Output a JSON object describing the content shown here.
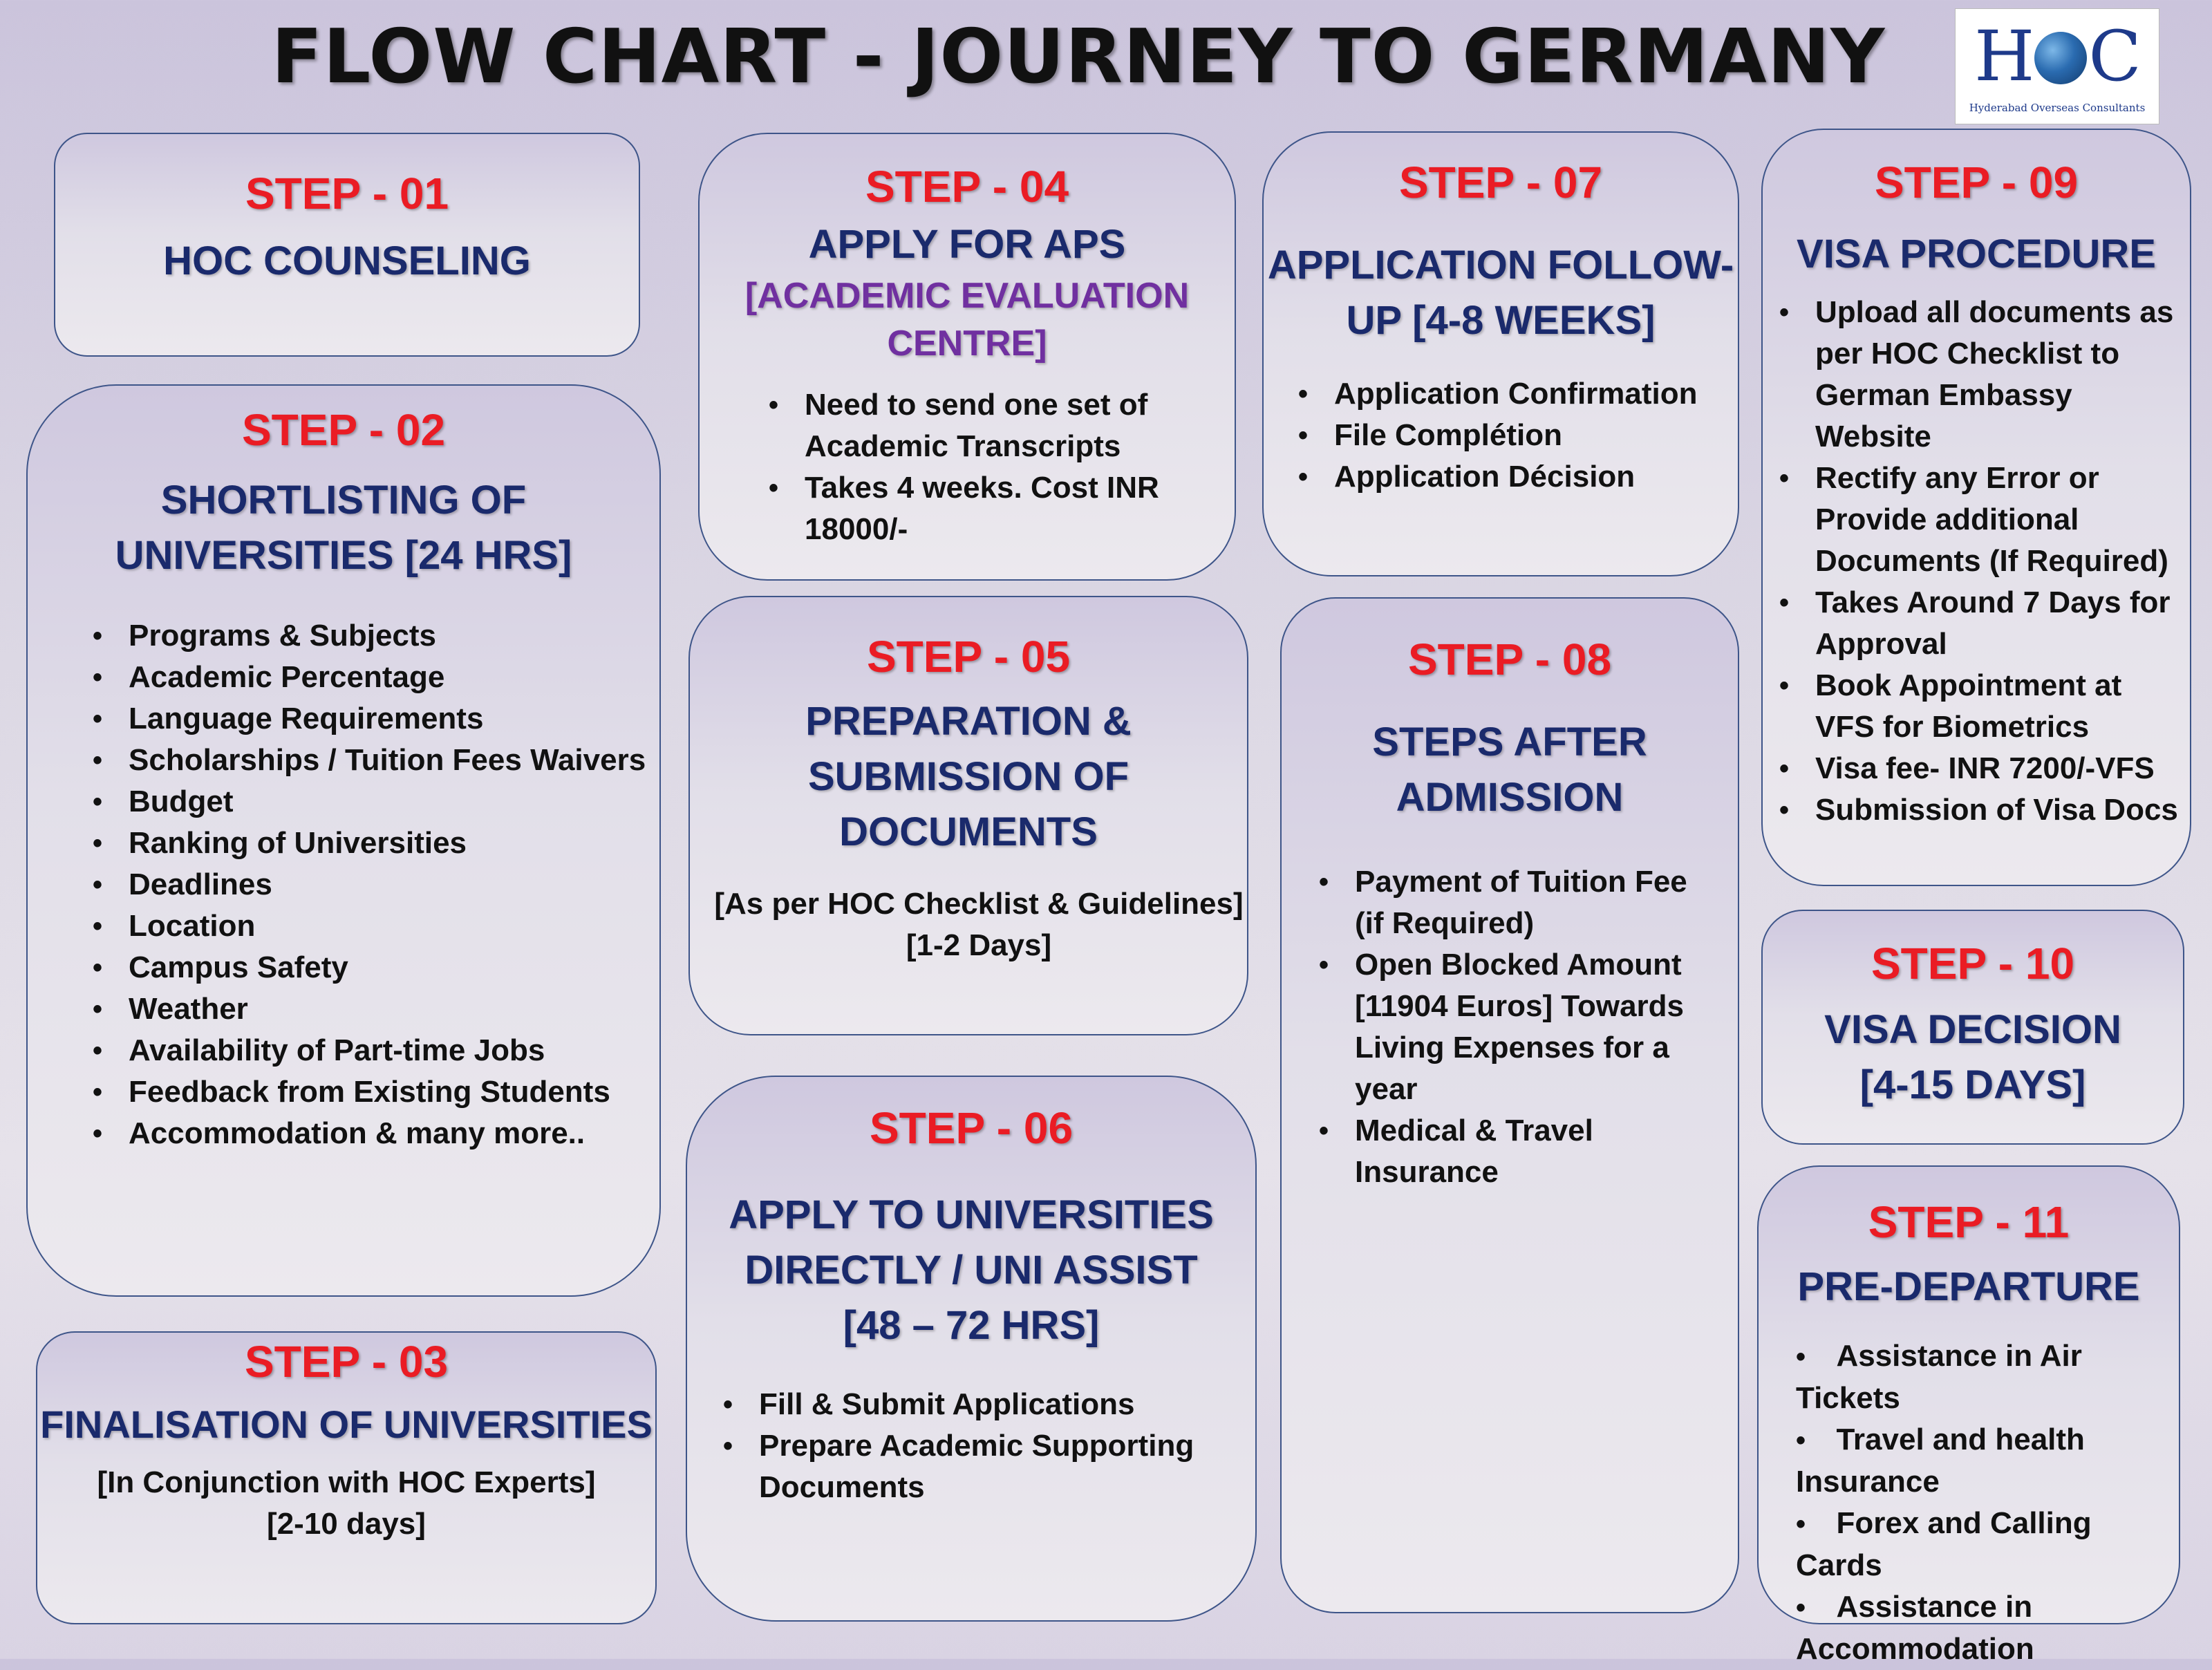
{
  "title": "FLOW CHART - JOURNEY TO GERMANY",
  "logo": {
    "mark_left": "H",
    "mark_right": "C",
    "subtitle": "Hyderabad Overseas Consultants"
  },
  "colors": {
    "step": "#ea1c24",
    "heading": "#1a2a6c",
    "subheading": "#7030a0",
    "border": "#3e5589"
  },
  "steps": [
    {
      "step": "STEP - 01",
      "heading": "HOC COUNSELING"
    },
    {
      "step": "STEP - 02",
      "heading_lines": [
        "SHORTLISTING OF",
        "UNIVERSITIES [24 HRS]"
      ],
      "items": [
        "Programs & Subjects",
        "Academic Percentage",
        "Language Requirements",
        "Scholarships / Tuition Fees Waivers",
        "Budget",
        "Ranking of Universities",
        "Deadlines",
        "Location",
        "Campus Safety",
        "Weather",
        "Availability of Part-time Jobs",
        "Feedback from Existing Students",
        "Accommodation & many more.."
      ]
    },
    {
      "step": "STEP - 03",
      "heading": "FINALISATION OF UNIVERSITIES",
      "note_lines": [
        "[In Conjunction with HOC Experts]",
        "[2-10 days]"
      ]
    },
    {
      "step": "STEP - 04",
      "heading": "APPLY FOR APS",
      "subheading_lines": [
        "[ACADEMIC EVALUATION",
        "CENTRE]"
      ],
      "items": [
        "Need to send one set of Academic Transcripts",
        "Takes 4 weeks. Cost INR 18000/-"
      ]
    },
    {
      "step": "STEP - 05",
      "heading_lines": [
        "PREPARATION &",
        "SUBMISSION OF",
        "DOCUMENTS"
      ],
      "note_lines": [
        "[As per HOC Checklist & Guidelines]",
        "[1-2 Days]"
      ]
    },
    {
      "step": "STEP - 06",
      "heading_lines": [
        "APPLY TO UNIVERSITIES",
        "DIRECTLY / UNI ASSIST",
        "[48 – 72 HRS]"
      ],
      "items": [
        "Fill & Submit Applications",
        "Prepare Academic Supporting Documents"
      ]
    },
    {
      "step": "STEP - 07",
      "heading_lines": [
        "APPLICATION FOLLOW-",
        "UP [4-8 WEEKS]"
      ],
      "items": [
        "Application Confirmation",
        "File Complétion",
        "Application Décision"
      ]
    },
    {
      "step": "STEP - 08",
      "heading_lines": [
        "STEPS AFTER",
        "ADMISSION"
      ],
      "items": [
        "Payment of Tuition Fee (if Required)",
        "Open Blocked Amount [11904 Euros] Towards Living Expenses for a year",
        "Medical & Travel Insurance"
      ]
    },
    {
      "step": "STEP - 09",
      "heading": "VISA PROCEDURE",
      "items": [
        "Upload all documents as per HOC Checklist to German Embassy Website",
        "Rectify any Error or Provide additional Documents (If Required)",
        "Takes Around 7 Days for Approval",
        "Book Appointment at VFS for Biometrics",
        "Visa fee- INR 7200/-VFS",
        "Submission of Visa Docs"
      ]
    },
    {
      "step": "STEP - 10",
      "heading_lines": [
        "VISA DECISION",
        "[4-15 DAYS]"
      ]
    },
    {
      "step": "STEP - 11",
      "heading": "PRE-DEPARTURE",
      "items": [
        "Assistance in Air Tickets",
        "Travel and health Insurance",
        "Forex and Calling Cards",
        "Assistance in Accommodation"
      ]
    }
  ]
}
